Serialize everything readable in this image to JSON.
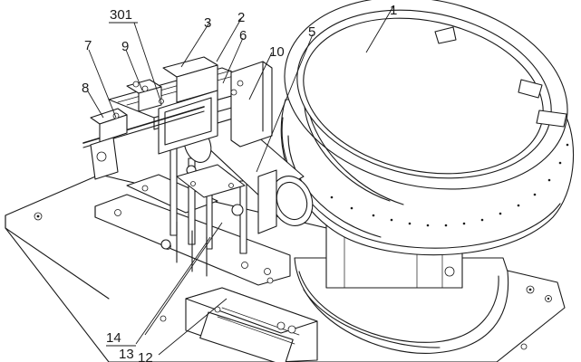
{
  "figure": {
    "callouts": [
      {
        "key": "c1",
        "text": "1"
      },
      {
        "key": "c2",
        "text": "2"
      },
      {
        "key": "c3",
        "text": "3"
      },
      {
        "key": "c301",
        "text": "301"
      },
      {
        "key": "c5",
        "text": "5"
      },
      {
        "key": "c6",
        "text": "6"
      },
      {
        "key": "c7",
        "text": "7"
      },
      {
        "key": "c8",
        "text": "8"
      },
      {
        "key": "c9",
        "text": "9"
      },
      {
        "key": "c10",
        "text": "10"
      },
      {
        "key": "c12",
        "text": "12"
      },
      {
        "key": "c13",
        "text": "13"
      },
      {
        "key": "c14",
        "text": "14"
      }
    ]
  }
}
